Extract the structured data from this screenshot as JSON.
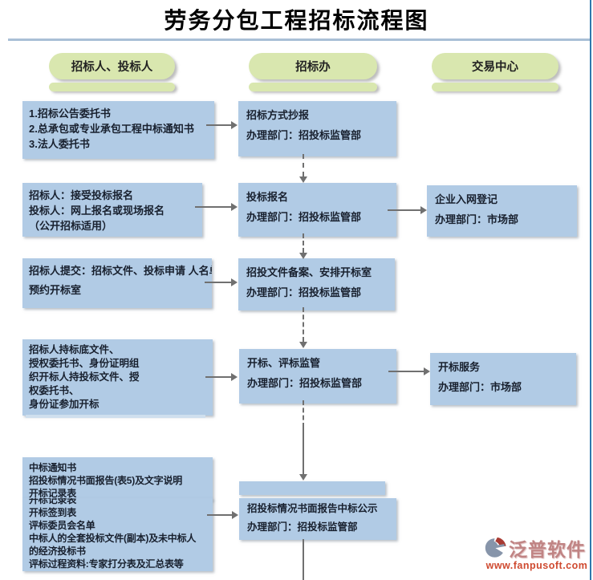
{
  "title": "劳务分包工程招标流程图",
  "columns": [
    {
      "label": "招标人、投标人"
    },
    {
      "label": "招标办"
    },
    {
      "label": "交易中心"
    }
  ],
  "nodes": {
    "r1_left": {
      "lines": [
        "1.招标公告委托书",
        "2.总承包或专业承包工程中标通知书",
        "3.法人委托书"
      ]
    },
    "r1_mid": {
      "lines": [
        "招标方式抄报",
        "办理部门：招投标监管部"
      ]
    },
    "r2_left": {
      "lines": [
        "招标人：接受投标报名",
        "投标人：网上报名或现场报名",
        "（公开招标适用）"
      ]
    },
    "r2_mid": {
      "lines": [
        "投标报名",
        "办理部门：招投标监管部"
      ]
    },
    "r2_right": {
      "lines": [
        "企业入网登记",
        "办理部门：市场部"
      ]
    },
    "r3_left": {
      "lines": [
        "招标人提交：招标文件、投标申请 人名单",
        "预约开标室"
      ]
    },
    "r3_mid": {
      "lines": [
        "招投文件备案、安排开标室",
        "办理部门：招投标监管部"
      ]
    },
    "r4_left": {
      "lines": [
        "招标人持标底文件、",
        "授权委托书、身份证明组",
        "织开标人持投标文件、授",
        "权委托书、",
        "身份证参加开标"
      ]
    },
    "r4_mid": {
      "lines": [
        "开标、评标监管",
        "办理部门：招投标监管部"
      ]
    },
    "r4_right": {
      "lines": [
        "开标服务",
        "办理部门：市场部"
      ]
    },
    "r5_left_back": {
      "lines": [
        "中标通知书",
        "招投标情况书面报告(表5)及文字说明",
        "开标记录表"
      ]
    },
    "r5_left_front": {
      "lines": [
        "开标记录表",
        "开标签到表",
        "评标委员会名单",
        "中标人的全套投标文件(副本)及未中标人",
        "的经济投标书",
        "评标过程资料:专家打分表及汇总表等"
      ]
    },
    "r5_mid": {
      "lines": [
        "招投标情况书面报告中标公示",
        "办理部门：招投标监管部"
      ]
    }
  },
  "logo": {
    "name": "泛普软件",
    "url": "www.fanpusoft.com"
  },
  "colors": {
    "box_fill": "#b1cbe5",
    "pill_fill": "#d9e7af",
    "connector_gray": "#707070",
    "rule_blue": "#a9bfd6",
    "right_border_blue": "#2e78ad",
    "logo_name": "#c08484",
    "logo_url_red": "#cf4a30",
    "text_dark": "#18202e"
  }
}
